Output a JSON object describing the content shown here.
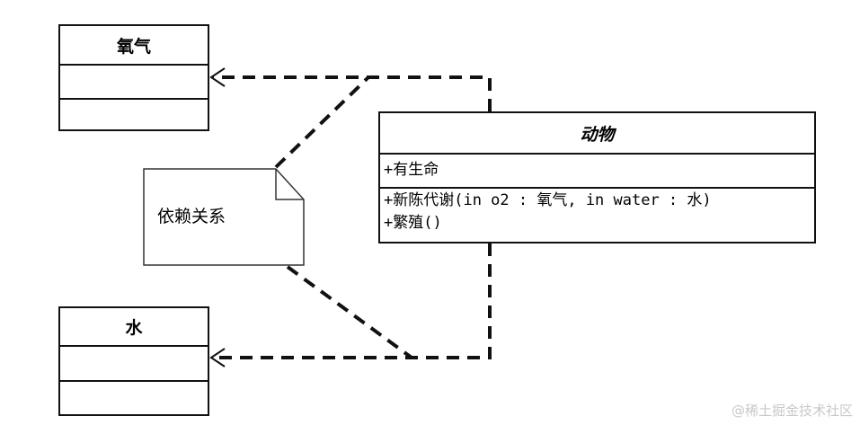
{
  "classes": {
    "oxygen": {
      "name": "氧气"
    },
    "water": {
      "name": "水"
    },
    "animal": {
      "name": "动物",
      "attributes": [
        "+有生命"
      ],
      "operations": [
        "+新陈代谢(in o2 : 氧气, in water : 水)",
        "+繁殖()"
      ]
    }
  },
  "note": {
    "text": "依赖关系"
  },
  "watermark": "@稀土掘金技术社区"
}
